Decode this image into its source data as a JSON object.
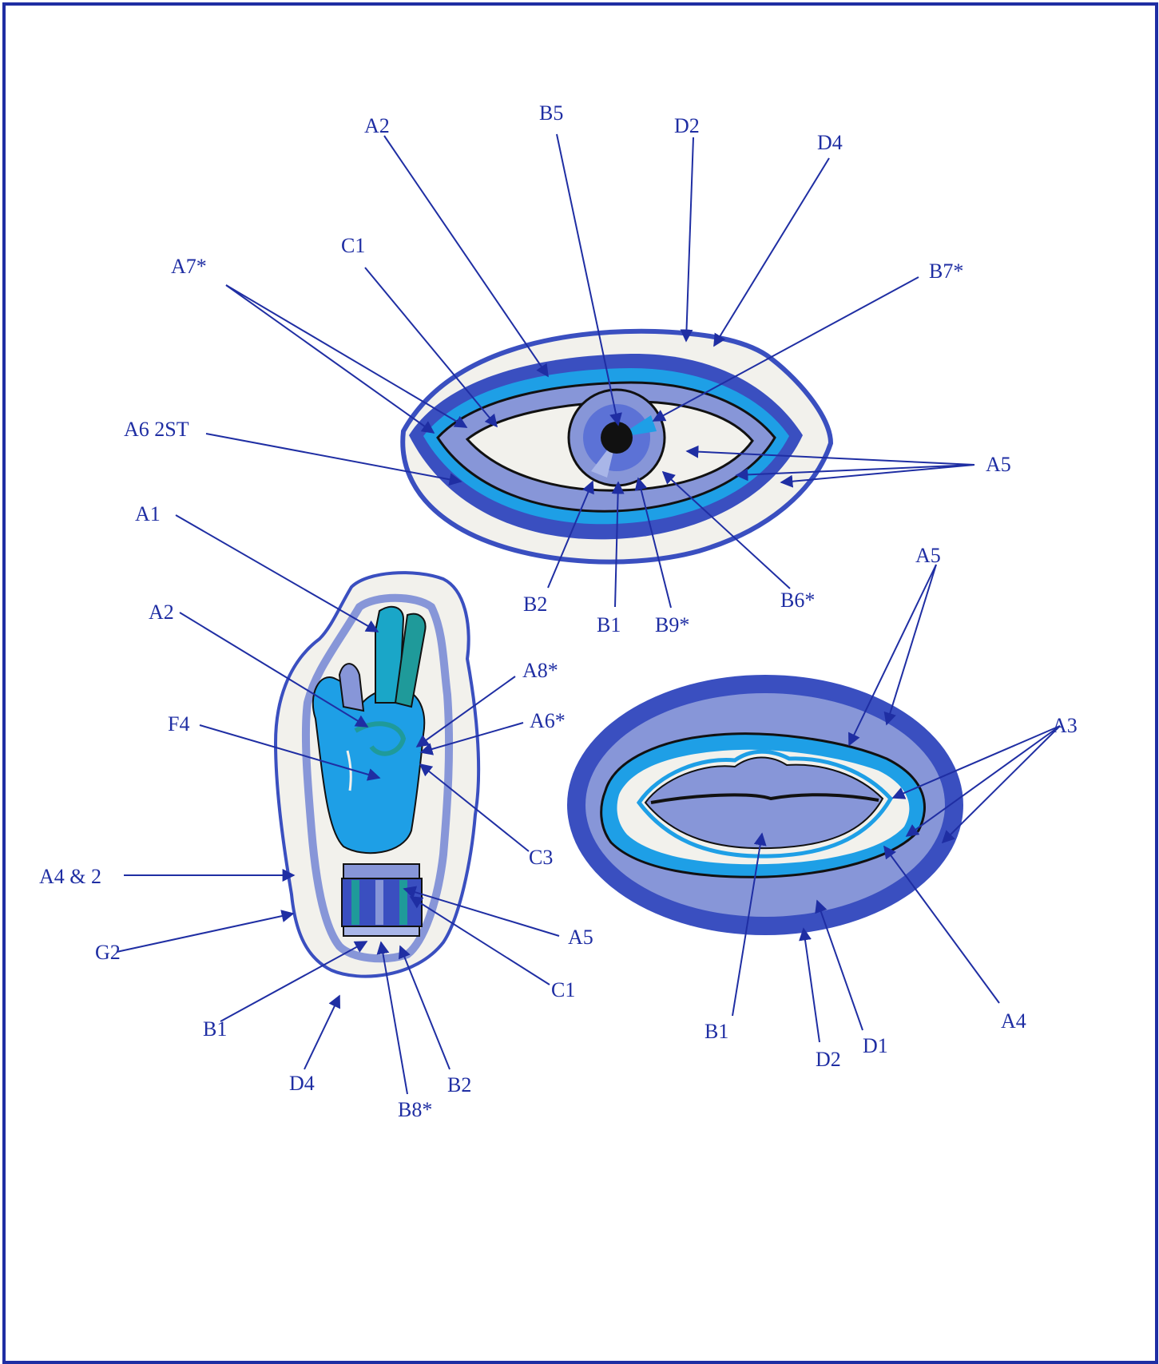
{
  "colors": {
    "frame": "#1f2ea3",
    "label": "#1f2ea3",
    "royal_blue": "#3a4fc0",
    "periwinkle": "#8796d8",
    "light_periwinkle": "#a9b6e8",
    "sky_blue": "#1e9fe6",
    "turquoise": "#1aa6c8",
    "teal": "#1f9a9a",
    "cream": "#f2f1ec",
    "black": "#111111"
  },
  "eye": {
    "labels": [
      {
        "id": "eye-a2",
        "text": "A2"
      },
      {
        "id": "eye-b5",
        "text": "B5"
      },
      {
        "id": "eye-d2",
        "text": "D2"
      },
      {
        "id": "eye-d4",
        "text": "D4"
      },
      {
        "id": "eye-c1",
        "text": "C1"
      },
      {
        "id": "eye-a7",
        "text": "A7*"
      },
      {
        "id": "eye-b7",
        "text": "B7*"
      },
      {
        "id": "eye-a6-2st",
        "text": "A6 2ST"
      },
      {
        "id": "eye-a5",
        "text": "A5"
      },
      {
        "id": "eye-b2",
        "text": "B2"
      },
      {
        "id": "eye-b1",
        "text": "B1"
      },
      {
        "id": "eye-b9",
        "text": "B9*"
      },
      {
        "id": "eye-b6",
        "text": "B6*"
      }
    ]
  },
  "hand": {
    "labels": [
      {
        "id": "hand-a1",
        "text": "A1"
      },
      {
        "id": "hand-a2",
        "text": "A2"
      },
      {
        "id": "hand-a8",
        "text": "A8*"
      },
      {
        "id": "hand-a6",
        "text": "A6*"
      },
      {
        "id": "hand-f4",
        "text": "F4"
      },
      {
        "id": "hand-c3",
        "text": "C3"
      },
      {
        "id": "hand-a4-2",
        "text": "A4 & 2"
      },
      {
        "id": "hand-a5",
        "text": "A5"
      },
      {
        "id": "hand-g2",
        "text": "G2"
      },
      {
        "id": "hand-c1",
        "text": "C1"
      },
      {
        "id": "hand-b1",
        "text": "B1"
      },
      {
        "id": "hand-d4",
        "text": "D4"
      },
      {
        "id": "hand-b8",
        "text": "B8*"
      },
      {
        "id": "hand-b2",
        "text": "B2"
      }
    ]
  },
  "lips": {
    "labels": [
      {
        "id": "lips-a5",
        "text": "A5"
      },
      {
        "id": "lips-a3",
        "text": "A3"
      },
      {
        "id": "lips-b1",
        "text": "B1"
      },
      {
        "id": "lips-a4",
        "text": "A4"
      },
      {
        "id": "lips-d2",
        "text": "D2"
      },
      {
        "id": "lips-d1",
        "text": "D1"
      }
    ]
  }
}
